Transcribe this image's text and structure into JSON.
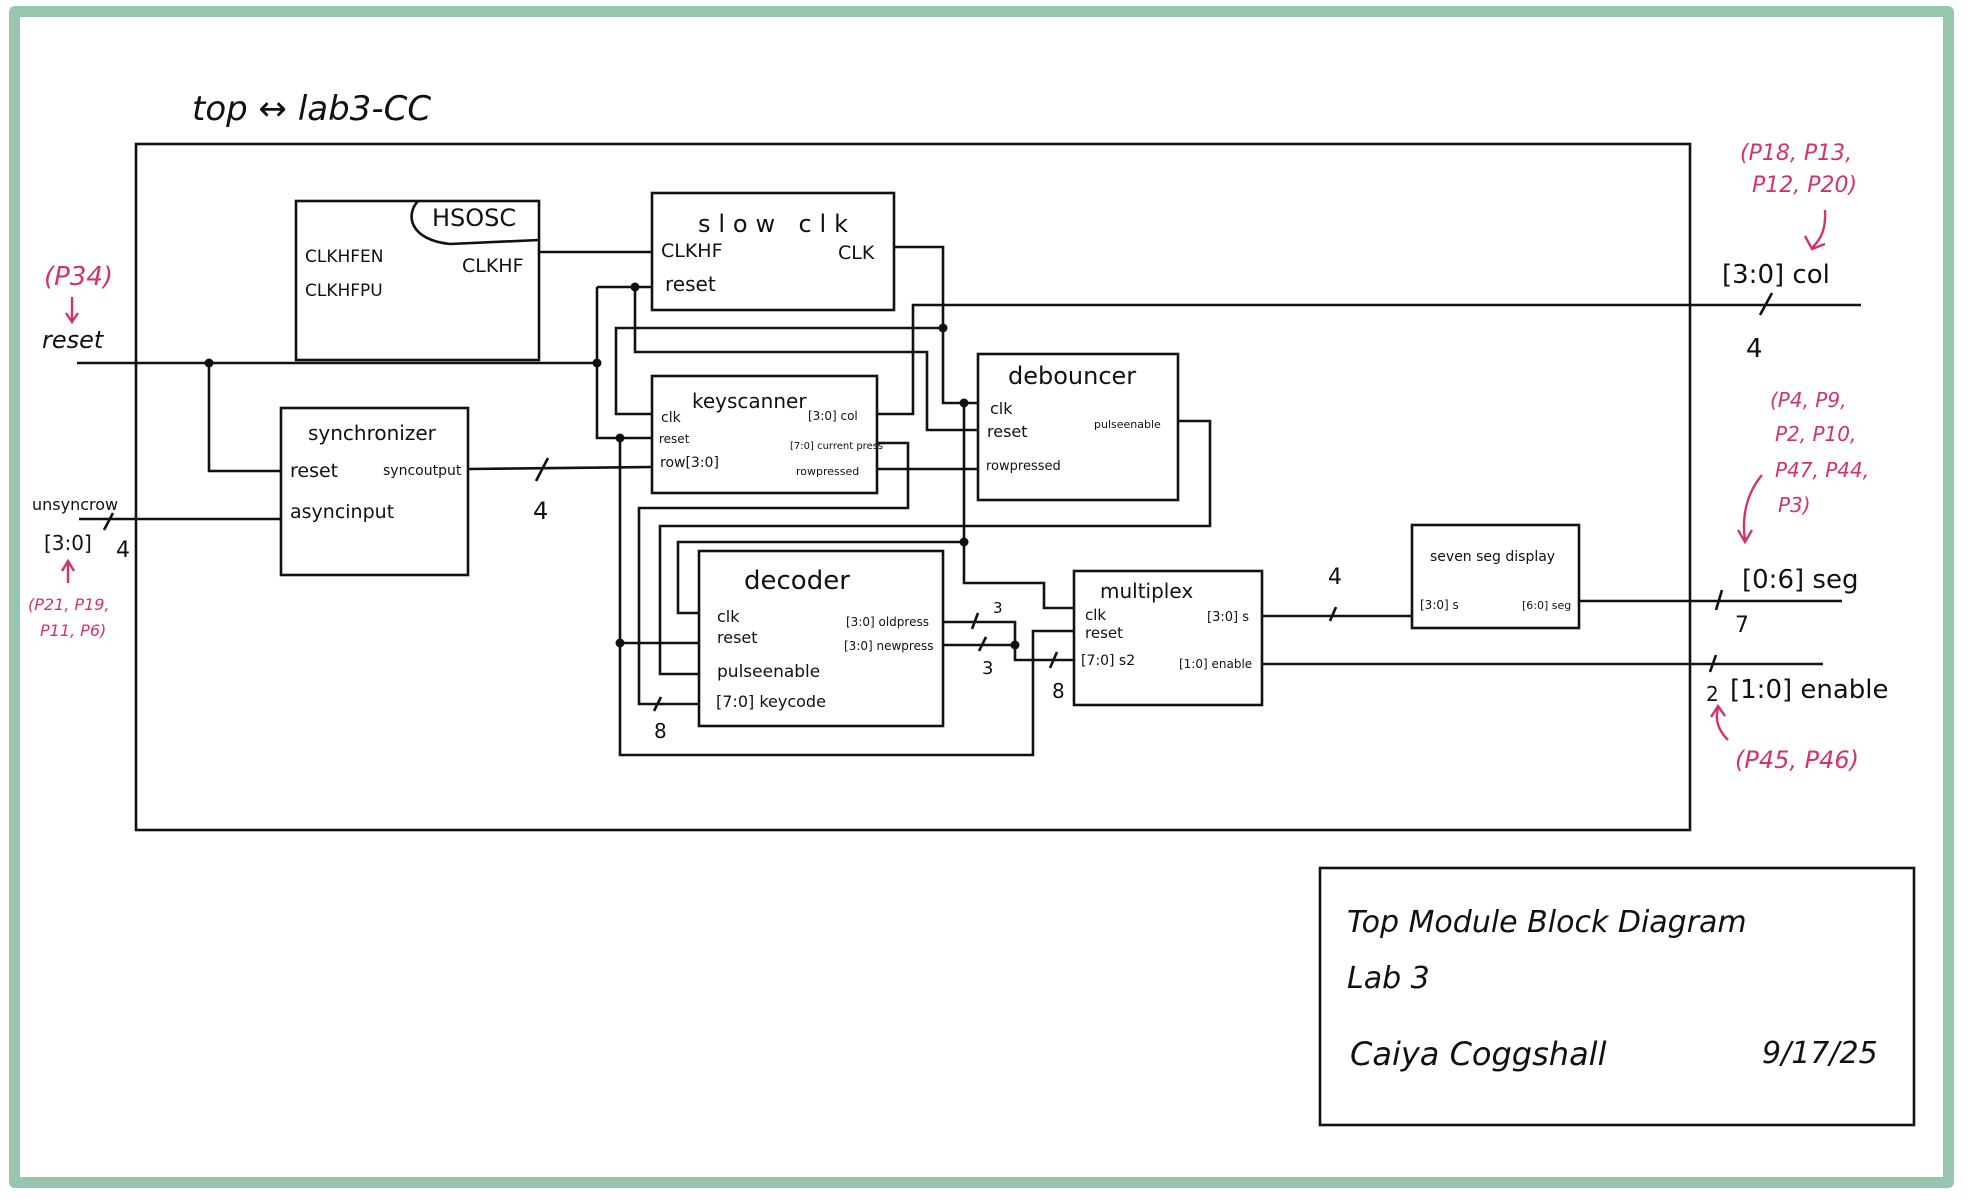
{
  "diagram": {
    "title": "top ↔ lab3-CC",
    "colors": {
      "border": "#96c6ae",
      "ink": "#111111",
      "pin_annotation": "#d4326e"
    },
    "modules": {
      "hsosc": {
        "name": "HSOSC",
        "inputs": [
          "CLKHFEN",
          "CLKHFPU"
        ],
        "outputs": [
          "CLKHF"
        ]
      },
      "slowclk": {
        "name": "slow clk",
        "inputs": [
          "CLKHF",
          "reset"
        ],
        "outputs": [
          "CLK"
        ]
      },
      "synchronizer": {
        "name": "synchronizer",
        "inputs": [
          "reset",
          "asyncinput"
        ],
        "outputs": [
          "syncoutput"
        ]
      },
      "keyscanner": {
        "name": "keyscanner",
        "inputs": [
          "clk",
          "reset",
          "row[3:0]"
        ],
        "outputs": [
          "[3:0] col",
          "[7:0] current press",
          "rowpressed"
        ]
      },
      "debouncer": {
        "name": "debouncer",
        "inputs": [
          "clk",
          "reset",
          "rowpressed"
        ],
        "outputs": [
          "pulseenable"
        ]
      },
      "decoder": {
        "name": "decoder",
        "inputs": [
          "clk",
          "reset",
          "pulseenable",
          "[7:0] keycode"
        ],
        "outputs": [
          "[3:0] oldpress",
          "[3:0] newpress"
        ]
      },
      "multiplex": {
        "name": "multiplex",
        "inputs": [
          "clk",
          "reset",
          "[7:0] s2"
        ],
        "outputs": [
          "[3:0] s",
          "[1:0] enable"
        ]
      },
      "sevenseg": {
        "name": "seven seg display",
        "inputs": [
          "[3:0] s"
        ],
        "outputs": [
          "[6:0] seg"
        ]
      }
    },
    "bus_widths": {
      "sync_out": "4",
      "unsync_in": "4",
      "col_out": "4",
      "keycode": "8",
      "oldpress": "3",
      "newpress": "3",
      "s2": "8",
      "mux_s": "4",
      "seg_out": "7",
      "enable_out": "2"
    },
    "ports": {
      "reset": {
        "label": "reset",
        "pins": "(P34)"
      },
      "unsyncrow": {
        "label": "unsyncrow",
        "range": "[3:0]",
        "pins_line1": "(P21, P19,",
        "pins_line2": "P11, P6)"
      },
      "col": {
        "label": "[3:0] col",
        "pins_line1": "(P18, P13,",
        "pins_line2": "P12, P20)"
      },
      "seg": {
        "label": "[0:6] seg",
        "pins_line1": "(P4, P9,",
        "pins_line2": "P2, P10,",
        "pins_line3": "P47, P44,",
        "pins_line4": "P3)"
      },
      "enable": {
        "label": "[1:0] enable",
        "pins": "(P45, P46)"
      }
    },
    "title_block": {
      "line1": "Top  Module  Block  Diagram",
      "line2": "Lab  3",
      "author": "Caiya  Coggshall",
      "date": "9/17/25"
    }
  }
}
